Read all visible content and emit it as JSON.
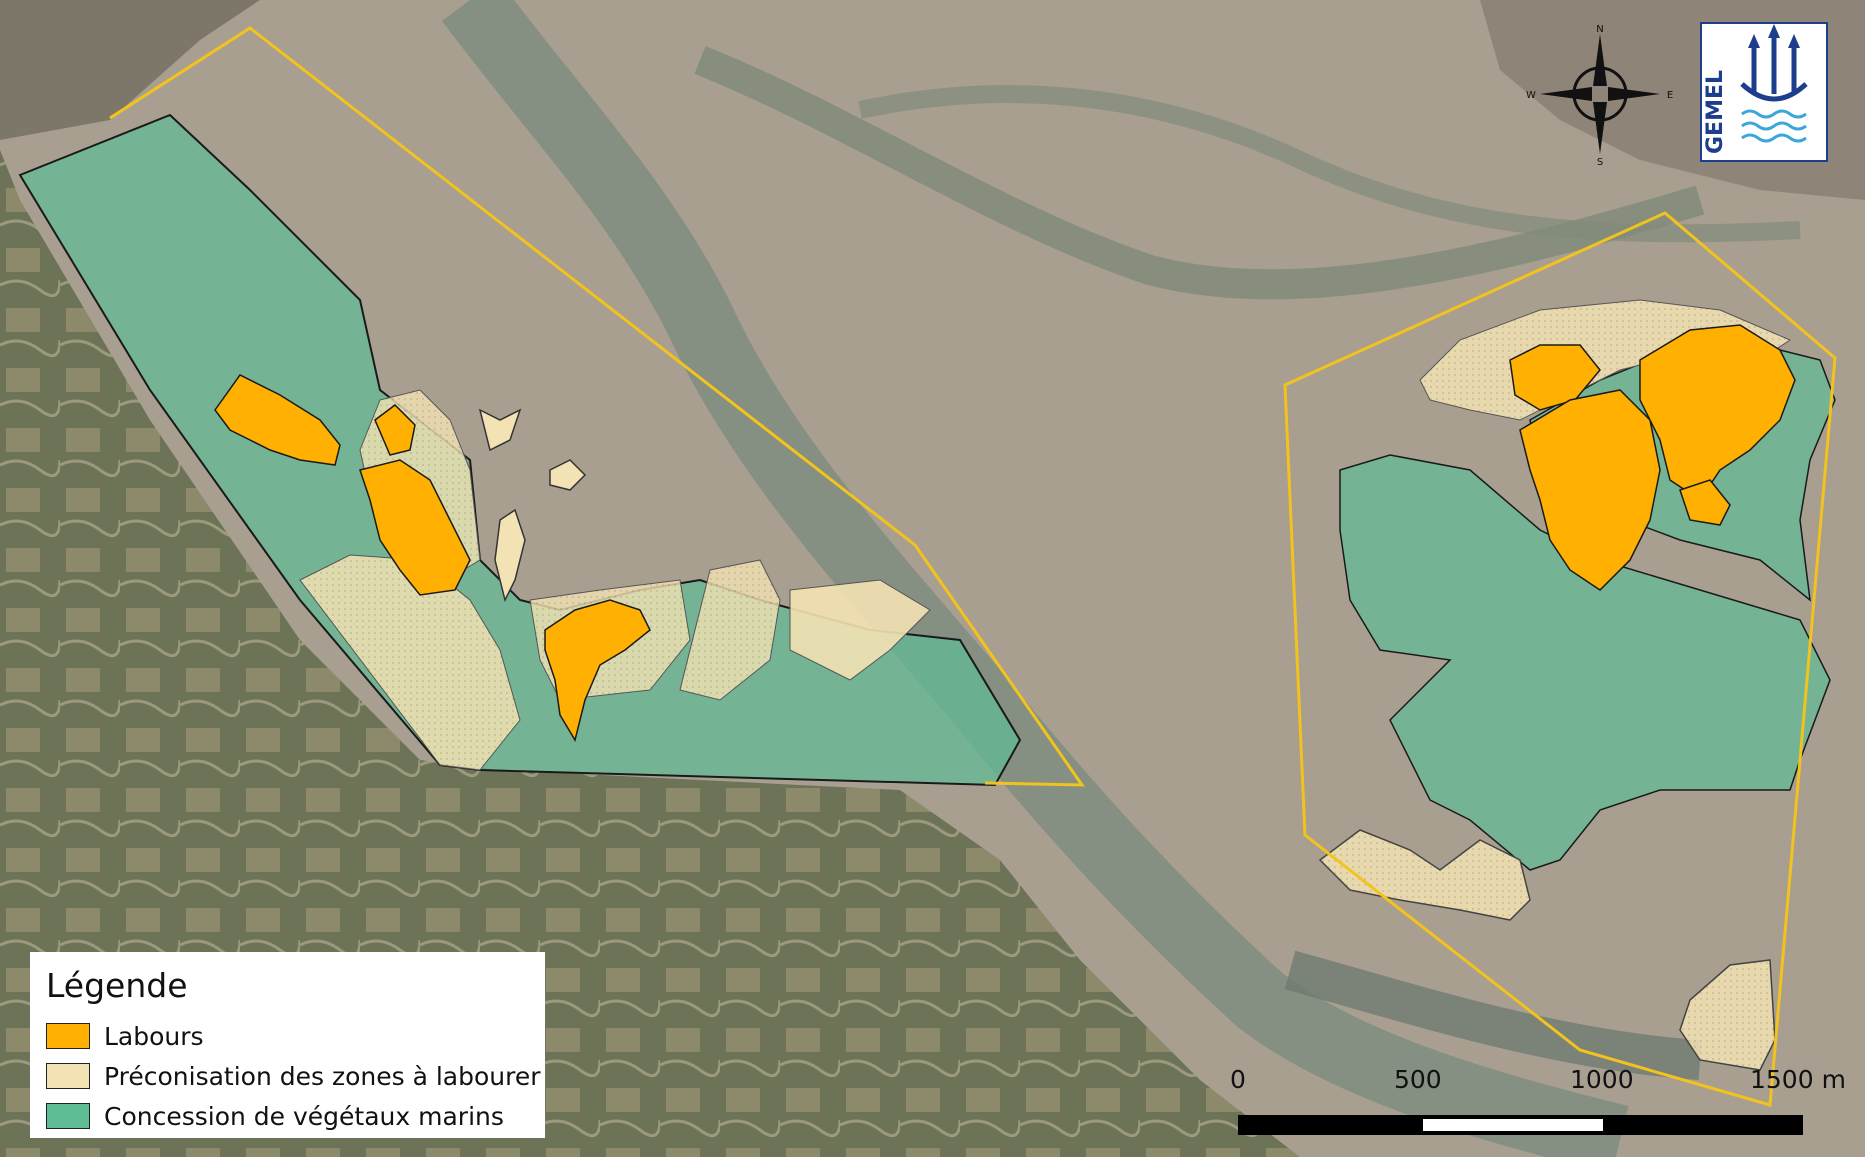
{
  "legend": {
    "title": "Légende",
    "items": [
      {
        "label": "Labours",
        "color": "#ffb000"
      },
      {
        "label": "Préconisation des zones à labourer",
        "color": "#f3e2b3"
      },
      {
        "label": "Concession de végétaux marins",
        "color": "#5fbd95"
      }
    ]
  },
  "scale": {
    "labels": [
      "0",
      "500",
      "1000",
      "1500 m"
    ]
  },
  "compass": {
    "n": "N",
    "s": "S",
    "e": "E",
    "w": "W"
  },
  "logo": {
    "text": "GEMEL"
  },
  "colors": {
    "boundary": "#f2c31e",
    "labours": "#ffb000",
    "preconisation": "#f3e2b3",
    "concession": "#5fbd95",
    "tidal_flat": "#a39a8c",
    "channel": "#7e8a7a",
    "dunes": "#6f7558"
  }
}
